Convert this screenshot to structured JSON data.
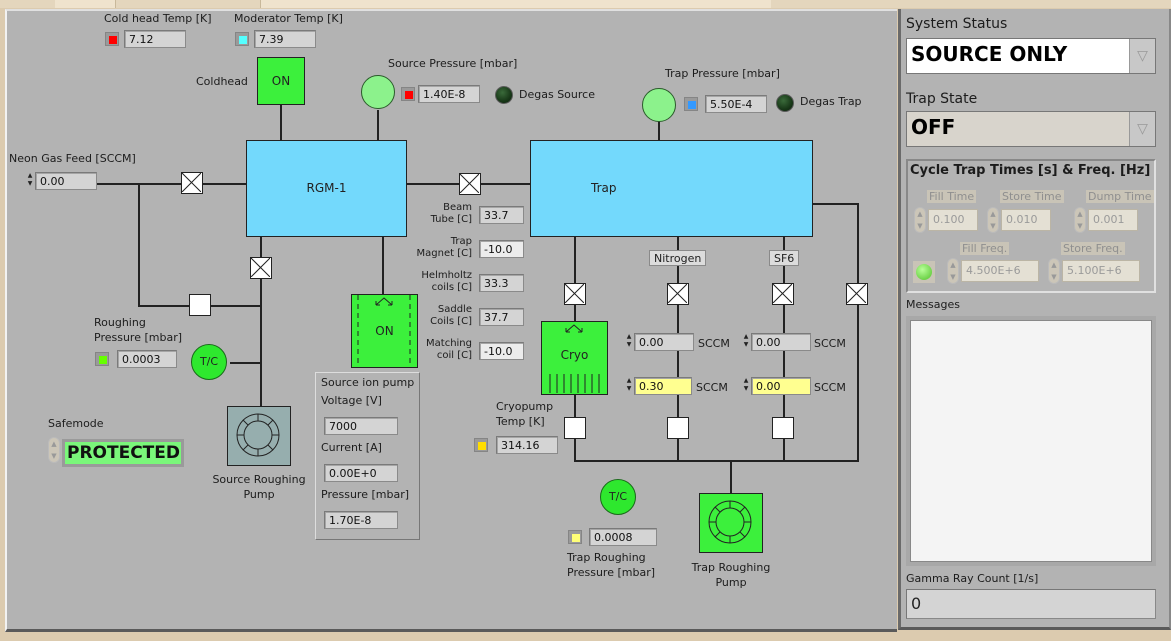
{
  "diagram": {
    "cold_head_temp": {
      "label": "Cold head Temp [K]",
      "value": "7.12",
      "led_color": "#ff0000"
    },
    "moderator_temp": {
      "label": "Moderator Temp [K]",
      "value": "7.39",
      "led_color": "#55ffff"
    },
    "coldhead": {
      "label": "Coldhead",
      "state": "ON"
    },
    "source_pressure": {
      "label": "Source Pressure [mbar]",
      "value": "1.40E-8",
      "led_color": "#ff0000"
    },
    "degas_source": {
      "label": "Degas Source"
    },
    "trap_pressure": {
      "label": "Trap Pressure [mbar]",
      "value": "5.50E-4",
      "led_color": "#3399ff"
    },
    "degas_trap": {
      "label": "Degas Trap"
    },
    "neon_gas_feed": {
      "label": "Neon Gas Feed [SCCM]",
      "value": "0.00"
    },
    "rgm": {
      "label": "RGM-1"
    },
    "trap": {
      "label": "Trap"
    },
    "temps": [
      {
        "label_1": "Beam",
        "label_2": "Tube [C]",
        "value": "33.7"
      },
      {
        "label_1": "Trap",
        "label_2": "Magnet [C]",
        "value": "-10.0"
      },
      {
        "label_1": "Helmholtz",
        "label_2": "coils [C]",
        "value": "33.3"
      },
      {
        "label_1": "Saddle",
        "label_2": "Coils [C]",
        "value": "37.7"
      },
      {
        "label_1": "Matching",
        "label_2": "coil [C]",
        "value": "-10.0"
      }
    ],
    "ion_pump": {
      "state": "ON"
    },
    "source_ion_pump": {
      "title": "Source ion pump",
      "voltage_label": "Voltage [V]",
      "voltage": "7000",
      "current_label": "Current [A]",
      "current": "0.00E+0",
      "pressure_label": "Pressure [mbar]",
      "pressure": "1.70E-8"
    },
    "roughing_pressure": {
      "label_1": "Roughing",
      "label_2": "Pressure [mbar]",
      "value": "0.0003",
      "led_color": "#66ff00"
    },
    "tc_label": "T/C",
    "safemode": {
      "label": "Safemode",
      "value": "PROTECTED"
    },
    "source_roughing_pump": {
      "label_1": "Source Roughing",
      "label_2": "Pump"
    },
    "cryo": {
      "label": "Cryo"
    },
    "cryopump_temp": {
      "label_1": "Cryopump",
      "label_2": "Temp [K]",
      "value": "314.16",
      "led_color": "#ffdd00"
    },
    "nitrogen": {
      "label": "Nitrogen",
      "flow_actual": "0.00",
      "flow_set": "0.30",
      "unit": "SCCM"
    },
    "sf6": {
      "label": "SF6",
      "flow_actual": "0.00",
      "flow_set": "0.00",
      "unit": "SCCM"
    },
    "trap_roughing_pressure": {
      "label_1": "Trap Roughing",
      "label_2": "Pressure [mbar]",
      "value": "0.0008",
      "led_color": "#ffff77"
    },
    "trap_roughing_pump": {
      "label_1": "Trap Roughing",
      "label_2": "Pump"
    }
  },
  "side": {
    "system_status": {
      "label": "System Status",
      "value": "SOURCE ONLY"
    },
    "trap_state": {
      "label": "Trap State",
      "value": "OFF"
    },
    "cycle": {
      "title": "Cycle Trap Times [s] & Freq. [Hz]",
      "fill_time": {
        "label": "Fill Time",
        "value": "0.100"
      },
      "store_time": {
        "label": "Store Time",
        "value": "0.010"
      },
      "dump_time": {
        "label": "Dump Time",
        "value": "0.001"
      },
      "fill_freq": {
        "label": "Fill Freq.",
        "value": "4.500E+6"
      },
      "store_freq": {
        "label": "Store Freq.",
        "value": "5.100E+6"
      }
    },
    "messages": {
      "label": "Messages",
      "value": ""
    },
    "gamma": {
      "label": "Gamma Ray Count [1/s]",
      "value": "0"
    }
  }
}
